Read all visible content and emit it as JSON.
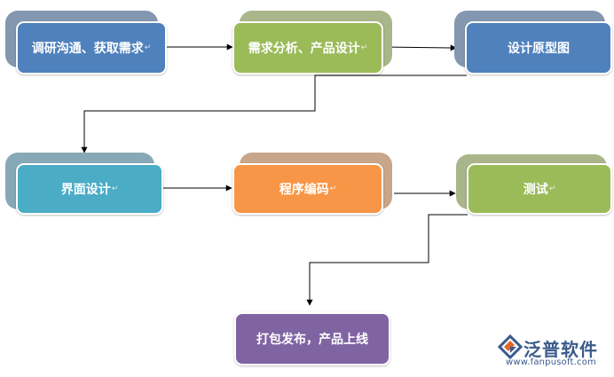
{
  "steps": {
    "research": {
      "label": "调研沟通、获取需求",
      "color": "#4f81bd",
      "shadow": "#8497b0"
    },
    "analysis": {
      "label": "需求分析、产品设计",
      "color": "#9bbb59",
      "shadow": "#aab58a"
    },
    "prototype": {
      "label": "设计原型图",
      "color": "#4f81bd",
      "shadow": "#8497b0"
    },
    "ui_design": {
      "label": "界面设计",
      "color": "#4bacc6",
      "shadow": "#87a9b7"
    },
    "coding": {
      "label": "程序编码",
      "color": "#f79646",
      "shadow": "#c9a58a"
    },
    "testing": {
      "label": "测试",
      "color": "#9bbb59",
      "shadow": "#aab58a"
    },
    "release": {
      "label": "打包发布，产品上线",
      "color": "#8064a2",
      "shadow": "#a293b6"
    }
  },
  "para_mark": "↵",
  "logo": {
    "name": "泛普软件",
    "url": "www.fanpusoft.com",
    "icon": "fanpu-logo-icon",
    "color": "#3a5a8c",
    "accent": "#e0662b"
  }
}
